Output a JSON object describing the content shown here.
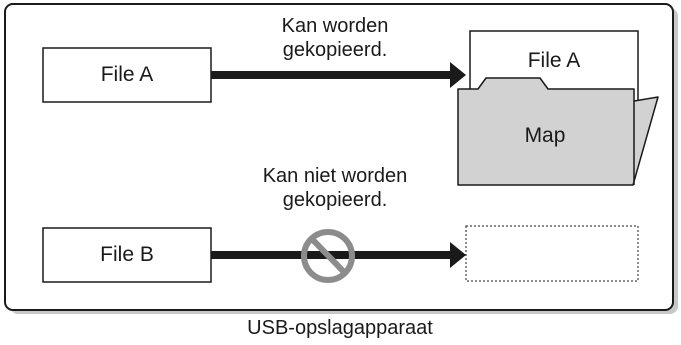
{
  "file_a_label": "File A",
  "file_b_label": "File B",
  "copy_ok_text": [
    "Kan worden",
    "gekopieerd."
  ],
  "copy_fail_text": [
    "Kan niet worden",
    "gekopieerd."
  ],
  "folder_doc_label": "File A",
  "folder_label": "Map",
  "device_label": "USB-opslagapparaat",
  "colors": {
    "folder_fill": "#d2d2d2",
    "prohibit_gray": "#8c8c8c",
    "line": "#1a1a1a",
    "shadow": "#c8c8c8"
  }
}
